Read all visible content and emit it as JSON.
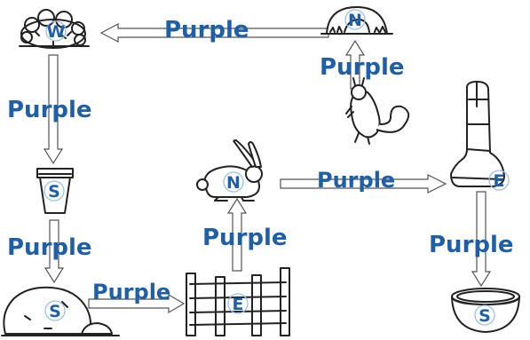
{
  "colors": {
    "label": "#1f5fa8",
    "ring": "#9cc0e6",
    "ink": "#222222"
  },
  "edge_labels": [
    "Purple",
    "Purple",
    "Purple",
    "Purple",
    "Purple",
    "Purple",
    "Purple",
    "Purple"
  ],
  "nodes": [
    {
      "id": "bush",
      "icon": "bush-icon",
      "letter": "W"
    },
    {
      "id": "burrow",
      "icon": "burrow-icon",
      "letter": "N"
    },
    {
      "id": "squirrel",
      "icon": "squirrel-icon",
      "letter": ""
    },
    {
      "id": "boot",
      "icon": "boot-icon",
      "letter": "E"
    },
    {
      "id": "flowerpot",
      "icon": "flowerpot-icon",
      "letter": "S"
    },
    {
      "id": "rabbit",
      "icon": "rabbit-icon",
      "letter": "N"
    },
    {
      "id": "rock",
      "icon": "rock-icon",
      "letter": "S"
    },
    {
      "id": "fence",
      "icon": "fence-icon",
      "letter": "E"
    },
    {
      "id": "bowl",
      "icon": "bowl-icon",
      "letter": "S"
    }
  ]
}
